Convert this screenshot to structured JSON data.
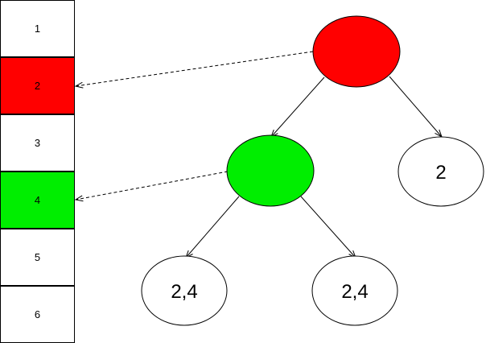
{
  "array": {
    "cells": [
      {
        "label": "1",
        "fill": "#ffffff"
      },
      {
        "label": "2",
        "fill": "#ff0000"
      },
      {
        "label": "3",
        "fill": "#ffffff"
      },
      {
        "label": "4",
        "fill": "#00ee00"
      },
      {
        "label": "5",
        "fill": "#ffffff"
      },
      {
        "label": "6",
        "fill": "#ffffff"
      }
    ]
  },
  "tree": {
    "root": {
      "label": "",
      "fill": "#ff0000"
    },
    "inner": {
      "label": "",
      "fill": "#00ee00"
    },
    "right_leaf": {
      "label": "2",
      "fill": "#ffffff"
    },
    "left_leaf_a": {
      "label": "2,4",
      "fill": "#ffffff"
    },
    "left_leaf_b": {
      "label": "2,4",
      "fill": "#ffffff"
    }
  }
}
